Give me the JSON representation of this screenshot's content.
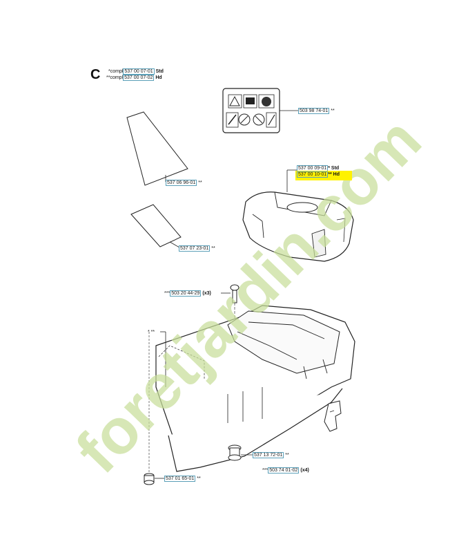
{
  "section_letter": "C",
  "header": {
    "line1": {
      "prefix": "*compl",
      "part": "537 00 07-01",
      "suffix": "Std"
    },
    "line2": {
      "prefix": "**compl",
      "part": "537 00 07-02",
      "suffix": "Hd"
    }
  },
  "callouts": {
    "warning_decal": {
      "part": "503 98 74-01",
      "suffix": "**"
    },
    "filter_cover_std": {
      "part": "537 00 09-01",
      "suffix": "* Std"
    },
    "filter_cover_hd": {
      "part": "537 00 10-01",
      "suffix": "** Hd"
    },
    "decal_tall": {
      "part": "537 06 96-01",
      "suffix": "**"
    },
    "decal_small": {
      "part": "537 07 23-01",
      "suffix": "**"
    },
    "screw": {
      "prefix": "***",
      "part": "503 20 44-29",
      "suffix": "(x3)"
    },
    "housing_ref": {
      "text": "* **"
    },
    "grommet": {
      "part": "537 13 72-01",
      "suffix": "**"
    },
    "clip": {
      "prefix": "***",
      "part": "503 74 01-02",
      "suffix": "(x4)"
    },
    "foot": {
      "part": "537 01 65-01",
      "suffix": "**"
    }
  },
  "watermark": {
    "text": "foretjardin.com",
    "color_green": "#c8df9a",
    "color_orange": "#f3b85a"
  },
  "colors": {
    "highlight": "#fff200",
    "callout_border": "#5a9fb8",
    "line": "#222222"
  }
}
